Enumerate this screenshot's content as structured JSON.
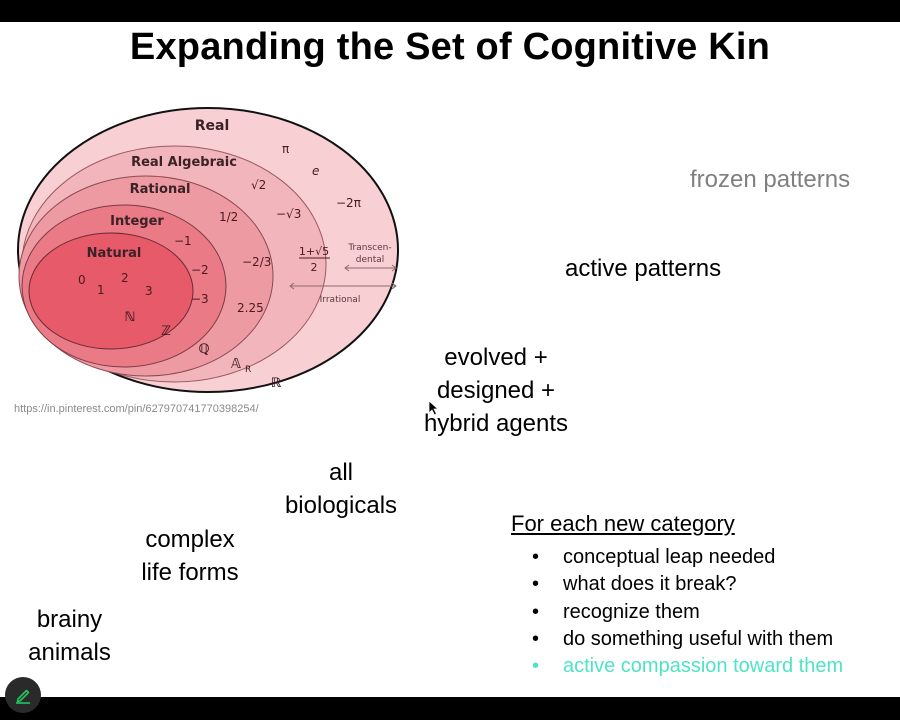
{
  "slide": {
    "title": "Expanding the Set of Cognitive Kin",
    "image_credit": "https://in.pinterest.com/pin/627970741770398254/",
    "diagram": {
      "sets": [
        "Real",
        "Real Algebraic",
        "Rational",
        "Integer",
        "Natural"
      ],
      "set_symbols": [
        "ℕ",
        "ℤ",
        "ℚ",
        "𝔸",
        "ℝ"
      ],
      "algebraic_subscript": "R",
      "natural_members": [
        "0",
        "1",
        "2",
        "3"
      ],
      "integer_members": [
        "−1",
        "−2",
        "−3"
      ],
      "rational_members": [
        "1/2",
        "−2/3",
        "2.25"
      ],
      "algebraic_members": [
        "√2",
        "−√3"
      ],
      "golden_ratio_num": "1+√5",
      "golden_ratio_den": "2",
      "real_members": [
        "π",
        "e",
        "−2π"
      ],
      "transcendental_label_1": "Transcen-",
      "transcendental_label_2": "dental",
      "irrational_label": "Irrational"
    },
    "labels": {
      "frozen": "frozen patterns",
      "active": "active patterns",
      "evolved_lines": [
        "evolved +",
        "designed +",
        "hybrid agents"
      ],
      "allbio_lines": [
        "all",
        "biologicals"
      ],
      "complex_lines": [
        "complex",
        "life forms"
      ],
      "brainy_lines": [
        "brainy",
        "animals"
      ]
    },
    "category": {
      "heading": "For each new category",
      "bullet_glyph": "•",
      "items": [
        "conceptual leap needed",
        "what does it break?",
        "recognize them",
        "do something useful with them",
        "active compassion toward them"
      ],
      "highlight_color": "#4fe3c6"
    }
  },
  "toolbar": {
    "annotate_icon": "pencil-icon"
  }
}
